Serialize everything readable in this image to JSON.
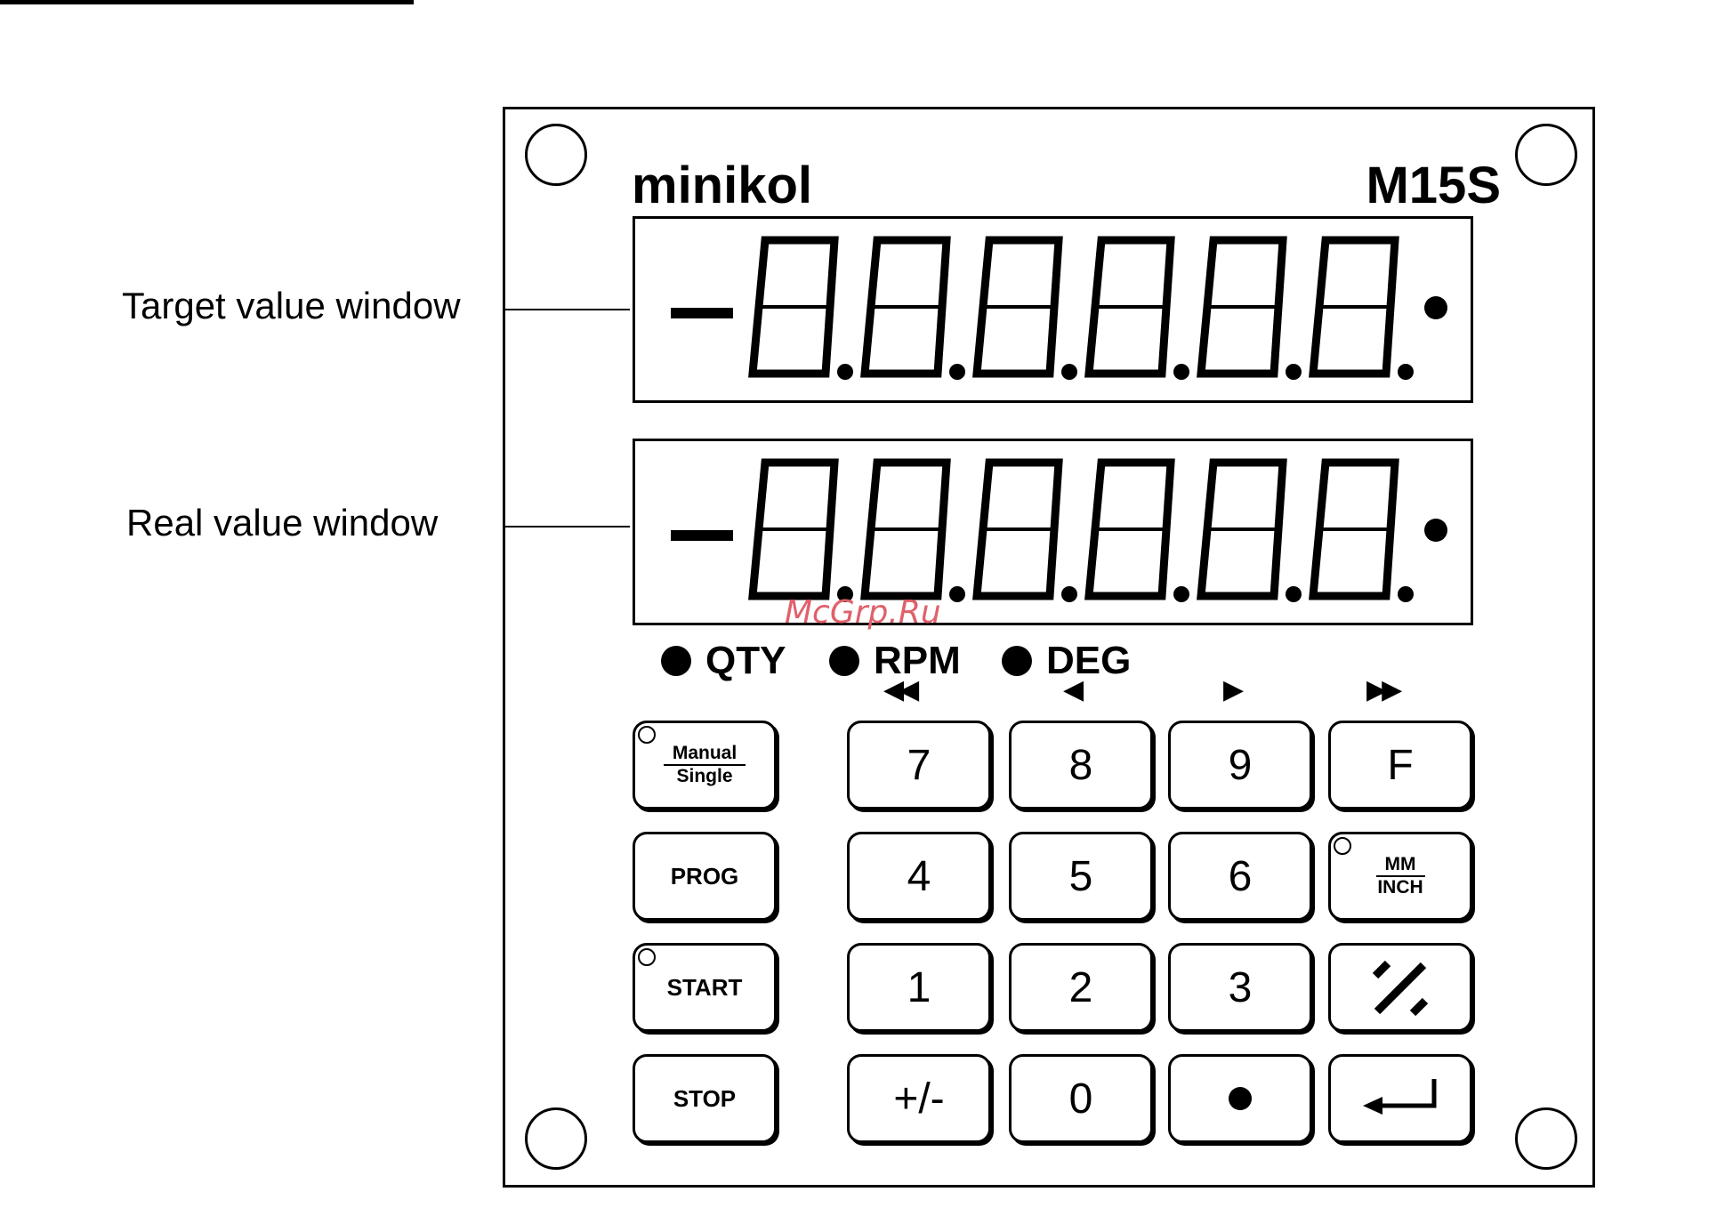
{
  "callouts": {
    "target": "Target value window",
    "real": "Real value window"
  },
  "panel": {
    "brand": "minikol",
    "model": "M15S"
  },
  "indicators": [
    {
      "label": "QTY"
    },
    {
      "label": "RPM"
    },
    {
      "label": "DEG"
    }
  ],
  "arrows": {
    "fast_left": "◀◀",
    "left": "◀",
    "right": "▶",
    "fast_right": "▶▶"
  },
  "keys": {
    "manual": {
      "num": "Manual",
      "den": "Single"
    },
    "prog": "PROG",
    "start": "START",
    "stop": "STOP",
    "k7": "7",
    "k8": "8",
    "k9": "9",
    "kF": "F",
    "k4": "4",
    "k5": "5",
    "k6": "6",
    "mm_inch": {
      "num": "MM",
      "den": "INCH"
    },
    "k1": "1",
    "k2": "2",
    "k3": "3",
    "percent": "%",
    "plusminus": "+/-",
    "k0": "0"
  },
  "icons": {
    "percent_key": "percent-icon",
    "decimal_key": "dot-icon",
    "enter_key": "enter-arrow-icon"
  },
  "watermark": "McGrp.Ru"
}
